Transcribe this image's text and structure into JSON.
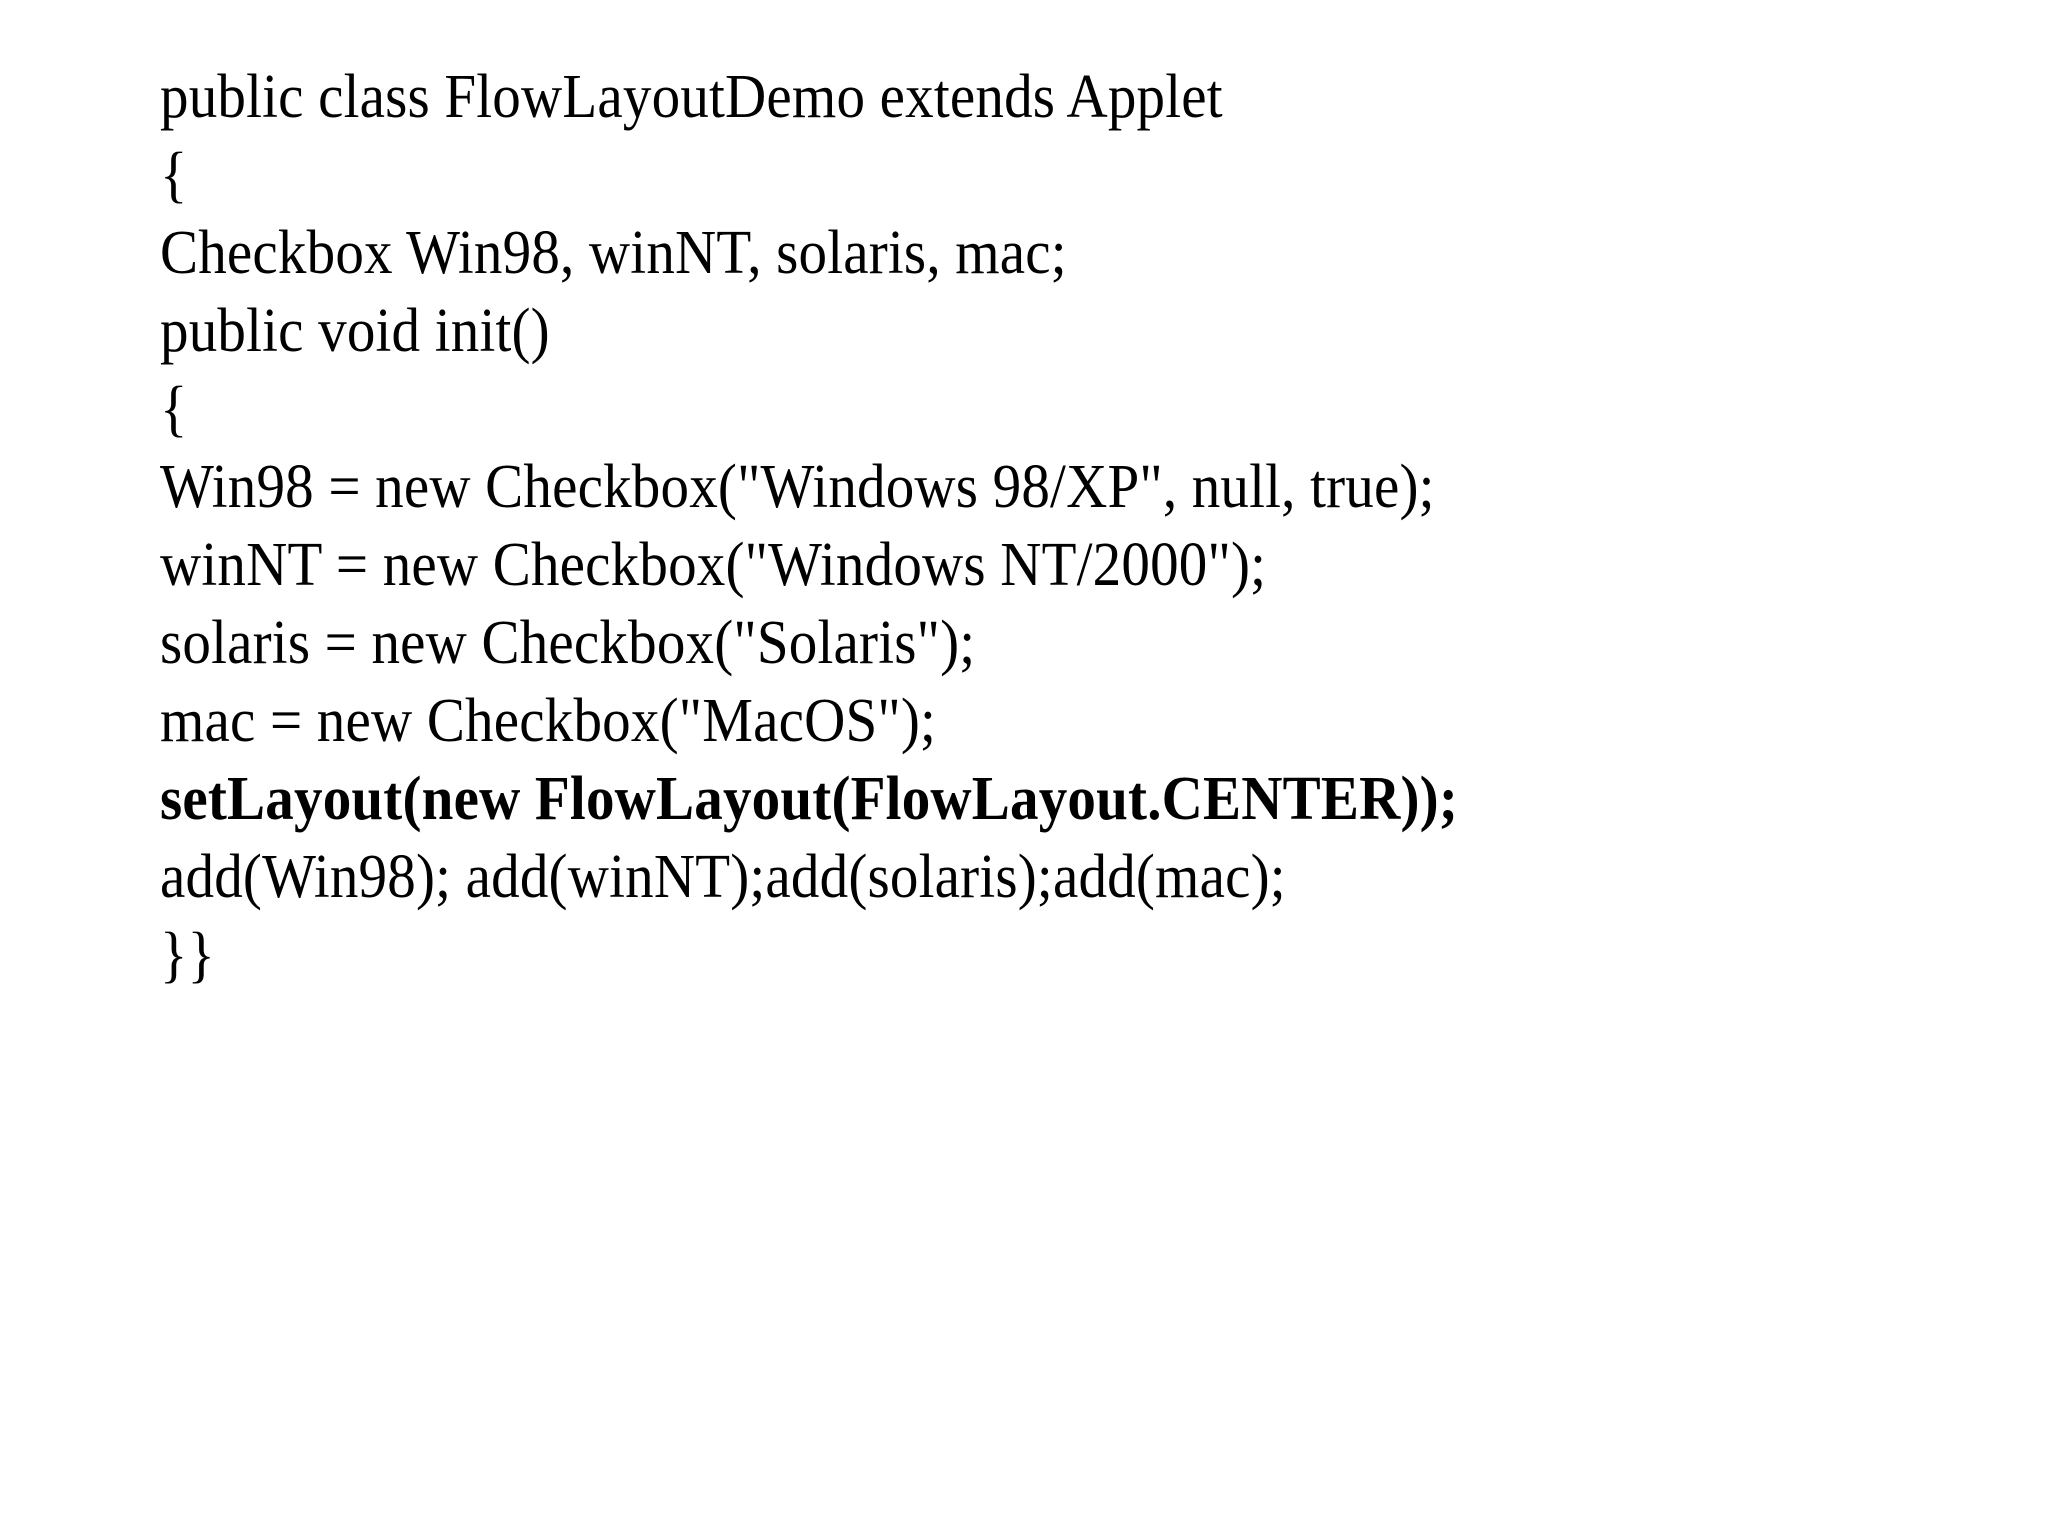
{
  "slide": {
    "background_color": "#ffffff",
    "text_color": "#000000",
    "language": "Java",
    "code_lines": [
      {
        "text": "public class FlowLayoutDemo extends Applet",
        "bold": false
      },
      {
        "text": "{",
        "bold": false
      },
      {
        "text": "Checkbox Win98, winNT, solaris, mac;",
        "bold": false
      },
      {
        "text": "public void init()",
        "bold": false
      },
      {
        "text": "{",
        "bold": false
      },
      {
        "text": "Win98 = new Checkbox(\"Windows 98/XP\", null, true);",
        "bold": false
      },
      {
        "text": "winNT = new Checkbox(\"Windows NT/2000\");",
        "bold": false
      },
      {
        "text": "solaris = new Checkbox(\"Solaris\");",
        "bold": false
      },
      {
        "text": "mac = new Checkbox(\"MacOS\");",
        "bold": false
      },
      {
        "text": "setLayout(new FlowLayout(FlowLayout.CENTER));",
        "bold": true
      },
      {
        "text": "add(Win98); add(winNT);add(solaris);add(mac);",
        "bold": false
      },
      {
        "text": "}}",
        "bold": false
      }
    ]
  }
}
